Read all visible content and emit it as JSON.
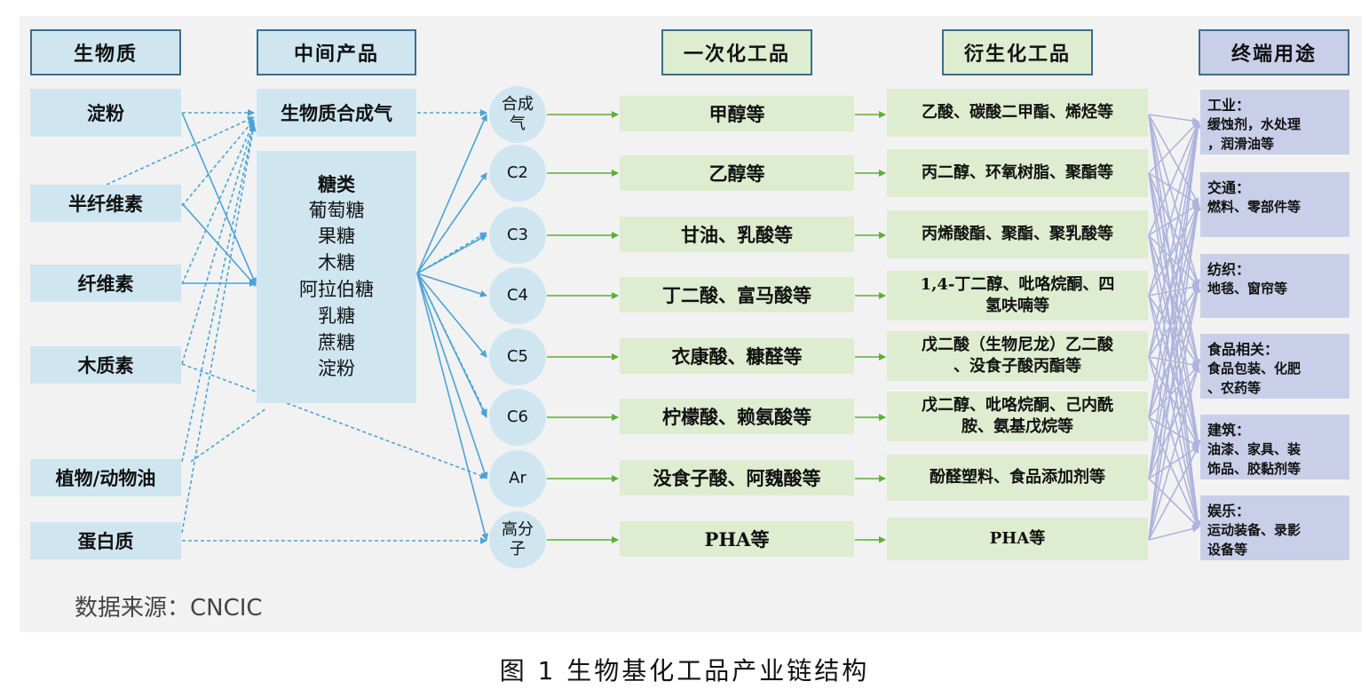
{
  "headers": {
    "biomass": "生物质",
    "intermediate": "中间产品",
    "primary": "一次化工品",
    "derivative": "衍生化工品",
    "end_use": "终端用途"
  },
  "biomass_sources": [
    "淀粉",
    "半纤维素",
    "纤维素",
    "木质素",
    "植物/动物油",
    "蛋白质"
  ],
  "intermediates": {
    "syngas": "生物质合成气",
    "sugars_title": "糖类",
    "sugars": [
      "葡萄糖",
      "果糖",
      "木糖",
      "阿拉伯糖",
      "乳糖",
      "蔗糖",
      "淀粉"
    ]
  },
  "platforms": [
    {
      "l1": "合成",
      "l2": "气"
    },
    {
      "l1": "C2",
      "l2": ""
    },
    {
      "l1": "C3",
      "l2": ""
    },
    {
      "l1": "C4",
      "l2": ""
    },
    {
      "l1": "C5",
      "l2": ""
    },
    {
      "l1": "C6",
      "l2": ""
    },
    {
      "l1": "Ar",
      "l2": ""
    },
    {
      "l1": "高分",
      "l2": "子"
    }
  ],
  "primary_chemicals": [
    "甲醇等",
    "乙醇等",
    "甘油、乳酸等",
    "丁二酸、富马酸等",
    "衣康酸、糠醛等",
    "柠檬酸、赖氨酸等",
    "没食子酸、阿魏酸等",
    "PHA等"
  ],
  "derivative_chemicals": [
    {
      "l1": "乙酸、碳酸二甲酯、烯烃等",
      "l2": ""
    },
    {
      "l1": "丙二醇、环氧树脂、聚酯等",
      "l2": ""
    },
    {
      "l1": "丙烯酸酯、聚酯、聚乳酸等",
      "l2": ""
    },
    {
      "l1": "1,4-丁二醇、吡咯烷酮、四",
      "l2": "氢呋喃等"
    },
    {
      "l1": "戊二酸（生物尼龙）乙二酸",
      "l2": "、没食子酸丙酯等"
    },
    {
      "l1": "戊二醇、吡咯烷酮、己内酰",
      "l2": "胺、氨基戊烷等"
    },
    {
      "l1": "酚醛塑料、食品添加剂等",
      "l2": ""
    },
    {
      "l1": "PHA等",
      "l2": ""
    }
  ],
  "end_uses": [
    {
      "l1": "工业：",
      "l2": "缓蚀剂，水处理",
      "l3": "，润滑油等"
    },
    {
      "l1": "交通：",
      "l2": "燃料、零部件等",
      "l3": ""
    },
    {
      "l1": "纺织：",
      "l2": "地毯、窗帘等",
      "l3": ""
    },
    {
      "l1": "食品相关：",
      "l2": "食品包装、化肥",
      "l3": "、农药等"
    },
    {
      "l1": "建筑：",
      "l2": "油漆、家具、装",
      "l3": "饰品、胶黏剂等"
    },
    {
      "l1": "娱乐：",
      "l2": "运动装备、录影",
      "l3": "设备等"
    }
  ],
  "source_note": "数据来源：CNCIC",
  "figure_caption": "图 1  生物基化工品产业链结构",
  "colors": {
    "panel_bg": "#f2f2f2",
    "light_blue": "#cfe6f1",
    "light_green": "#deeccf",
    "lavender": "#c9cfe8",
    "blue_arrow": "#4aa3d8",
    "green_arrow": "#5bb030",
    "purple_line": "#aeb4dc",
    "header_border": "#3a6e8f"
  }
}
